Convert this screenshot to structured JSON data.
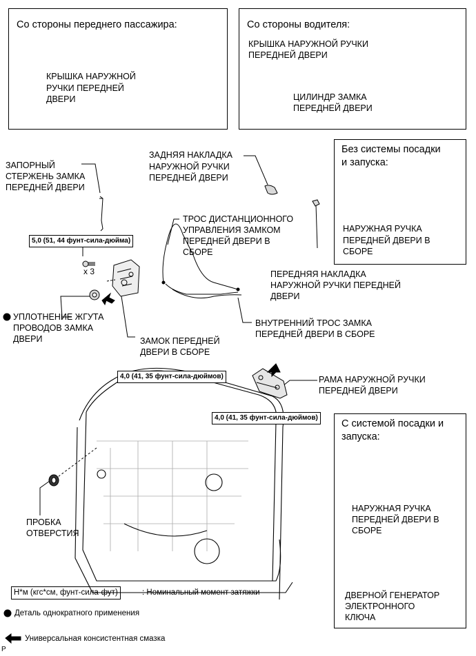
{
  "box_passenger": {
    "title": "Со стороны переднего пассажира:",
    "label_cover": [
      "КРЫШКА НАРУЖНОЙ",
      "РУЧКИ ПЕРЕДНЕЙ",
      "ДВЕРИ"
    ]
  },
  "box_driver": {
    "title": "Со стороны водителя:",
    "label_cover": [
      "КРЫШКА НАРУЖНОЙ РУЧКИ",
      "ПЕРЕДНЕЙ ДВЕРИ"
    ],
    "label_cylinder": [
      "ЦИЛИНДР ЗАМКА",
      "ПЕРЕДНЕЙ ДВЕРИ"
    ]
  },
  "box_no_entry": {
    "title": [
      "Без системы посадки",
      "и запуска:"
    ],
    "label_handle": [
      "НАРУЖНАЯ РУЧКА",
      "ПЕРЕДНЕЙ ДВЕРИ В",
      "СБОРЕ"
    ]
  },
  "box_with_entry": {
    "title": [
      "С системой посадки и",
      "запуска:"
    ],
    "label_handle": [
      "НАРУЖНАЯ РУЧКА",
      "ПЕРЕДНЕЙ ДВЕРИ В",
      "СБОРЕ"
    ],
    "label_generator": [
      "ДВЕРНОЙ ГЕНЕРАТОР",
      "ЭЛЕКТРОННОГО",
      "КЛЮЧА"
    ]
  },
  "labels": {
    "striker": [
      "ЗАПОРНЫЙ",
      "СТЕРЖЕНЬ ЗАМКА",
      "ПЕРЕДНЕЙ ДВЕРИ"
    ],
    "rear_pad": [
      "ЗАДНЯЯ НАКЛАДКА",
      "НАРУЖНОЙ РУЧКИ",
      "ПЕРЕДНЕЙ ДВЕРИ"
    ],
    "remote_cable": [
      "ТРОС ДИСТАНЦИОННОГО",
      "УПРАВЛЕНИЯ ЗАМКОМ",
      "ПЕРЕДНЕЙ ДВЕРИ В",
      "СБОРЕ"
    ],
    "front_pad": [
      "ПЕРЕДНЯЯ НАКЛАДКА",
      "НАРУЖНОЙ РУЧКИ ПЕРЕДНЕЙ",
      "ДВЕРИ"
    ],
    "inner_cable": [
      "ВНУТРЕННИЙ ТРОС ЗАМКА",
      "ПЕРЕДНЕЙ ДВЕРИ В СБОРЕ"
    ],
    "seal": [
      "УПЛОТНЕНИЕ ЖГУТА",
      "ПРОВОДОВ ЗАМКА",
      "ДВЕРИ"
    ],
    "lock": [
      "ЗАМОК ПЕРЕДНЕЙ",
      "ДВЕРИ В СБОРЕ"
    ],
    "frame": [
      "РАМА НАРУЖНОЙ РУЧКИ",
      "ПЕРЕДНЕЙ ДВЕРИ"
    ],
    "plug": [
      "ПРОБКА",
      "ОТВЕРСТИЯ"
    ],
    "screw_count": "x 3"
  },
  "torques": {
    "lock_screws": "5,0 (51, 44 фунт-сила-дюйма)",
    "frame_upper": "4,0 (41, 35 фунт-сила-дюймов)",
    "frame_lower": "4,0 (41, 35 фунт-сила-дюймов)"
  },
  "legend": {
    "torque_key": "Н*м (кгс*см, фунт-сила-фут)",
    "torque_desc": ": Номинальный момент затяжки",
    "non_reusable": "Деталь однократного применения",
    "grease": "Универсальная консистентная смазка"
  },
  "footer_code": "P"
}
